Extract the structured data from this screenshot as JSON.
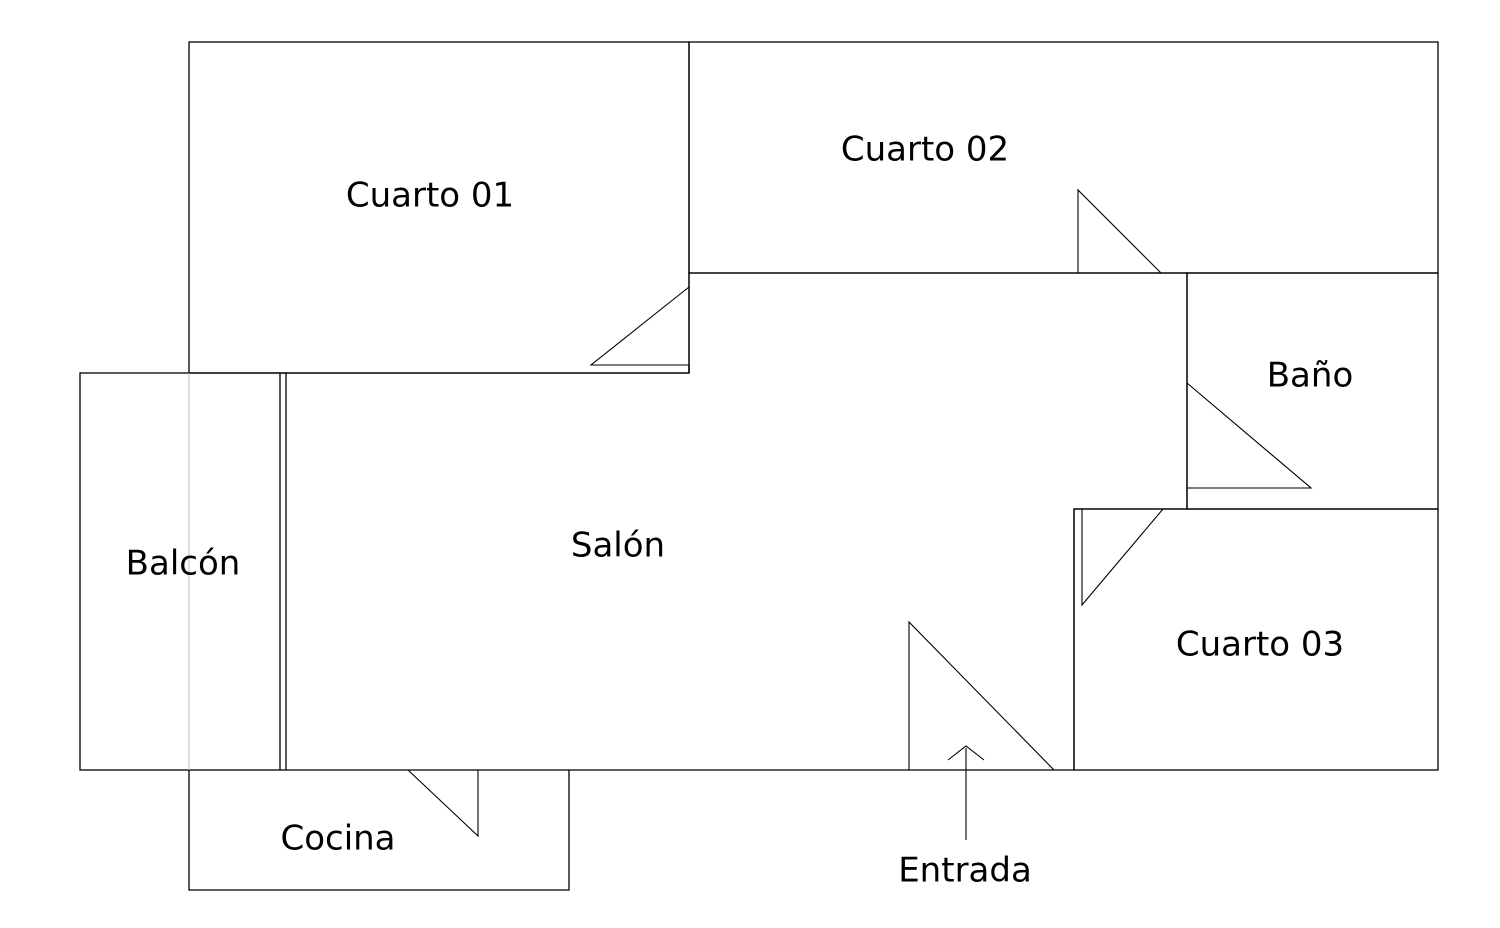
{
  "plan": {
    "rooms": {
      "cuarto01": "Cuarto 01",
      "cuarto02": "Cuarto 02",
      "bano": "Baño",
      "salon": "Salón",
      "balcon": "Balcón",
      "cuarto03": "Cuarto 03",
      "cocina": "Cocina"
    },
    "entrance_label": "Entrada"
  },
  "colors": {
    "line": "#000000",
    "background": "#ffffff"
  }
}
